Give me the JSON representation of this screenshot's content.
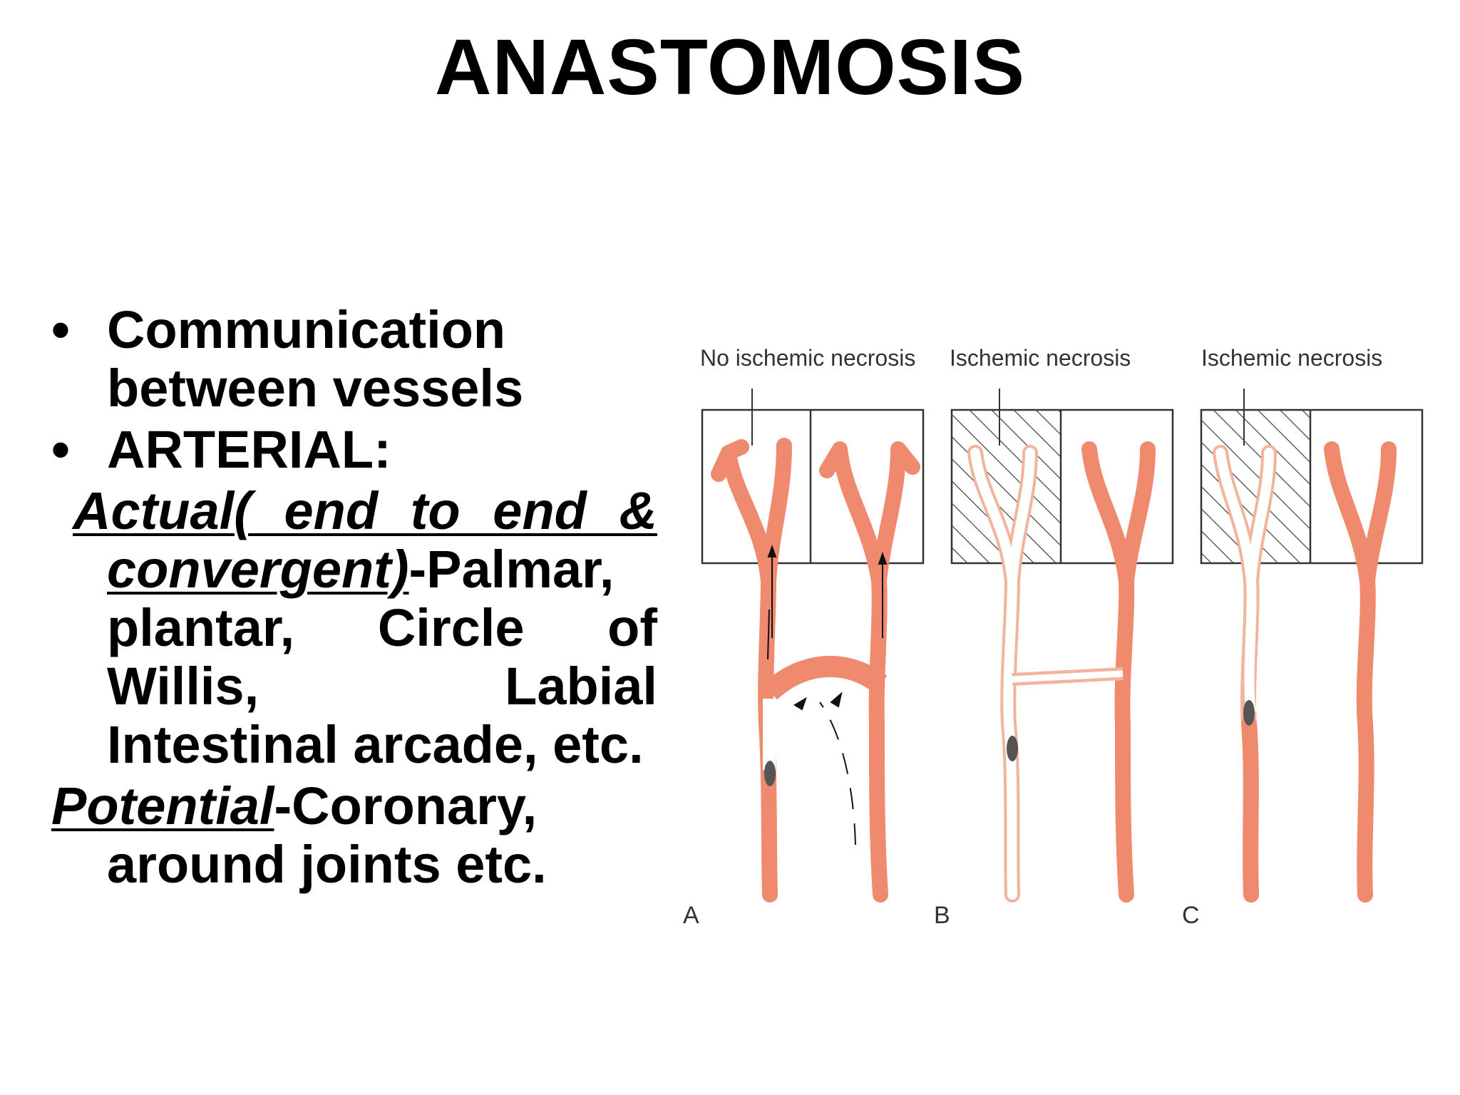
{
  "slide": {
    "title": "ANASTOMOSIS"
  },
  "bullets": [
    {
      "text": "Communication between vessels"
    },
    {
      "text": "ARTERIAL:"
    }
  ],
  "actual": {
    "label": "Actual( end to end & convergent)",
    "rest": "-Palmar, plantar, Circle of Willis, Labial Intestinal arcade, etc."
  },
  "potential": {
    "label": "Potential",
    "rest": "-Coronary, around joints etc."
  },
  "figure": {
    "panels": [
      {
        "caption": "No ischemic necrosis",
        "letter": "A"
      },
      {
        "caption": "Ischemic necrosis",
        "letter": "B"
      },
      {
        "caption": "Ischemic necrosis",
        "letter": "C"
      }
    ],
    "colors": {
      "artery": "#f08a6e",
      "artery_dark": "#e8694c",
      "hatch": "#444444",
      "box": "#333333"
    }
  }
}
